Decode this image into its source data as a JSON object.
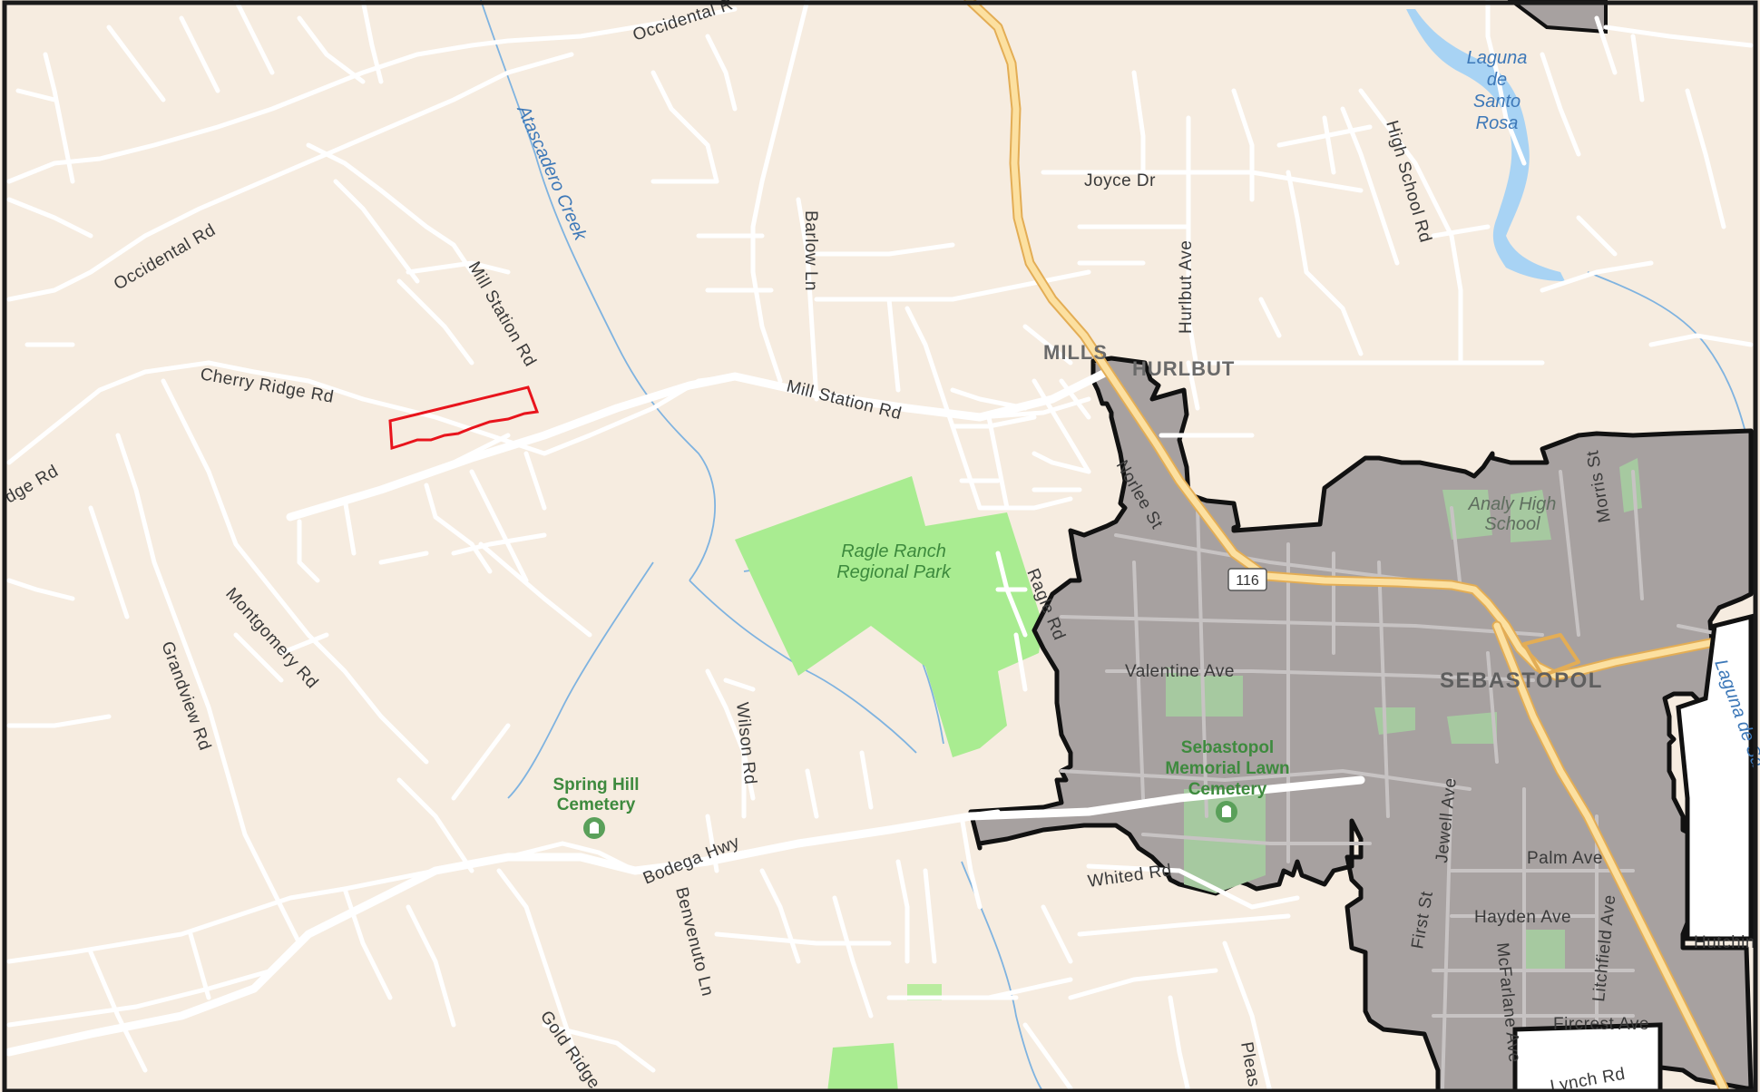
{
  "map": {
    "colors": {
      "land": "#f6ece0",
      "city_fill": "#a7a1a0",
      "city_border": "#111111",
      "park": "#a9ec91",
      "water": "#a8d3f4",
      "highway": "#fce0a0",
      "highway_edge": "#e3ad55",
      "parcel": "#e8141c",
      "frame": "#1a1a1a"
    },
    "labels": {
      "occidental_top": "Occidental R",
      "occidental_rd": "Occidental Rd",
      "atascadero": "Atascadero Creek",
      "barlow": "Barlow Ln",
      "mill_station_n": "Mill Station Rd",
      "mill_station_e": "Mill Station Rd",
      "cherry_ridge": "Cherry Ridge Rd",
      "ridge_rd": "dge Rd",
      "montgomery": "Montgomery Rd",
      "grandview": "Grandview Rd",
      "wilson": "Wilson Rd",
      "benvenuto": "Benvenuto Ln",
      "gold_ridge": "Gold Ridge",
      "bodega_hwy": "Bodega Hwy",
      "joyce": "Joyce Dr",
      "hurlbut_ave": "Hurlbut Ave",
      "high_school_rd": "High School Rd",
      "mills": "MILLS",
      "hurlbut": "HURLBUT",
      "norlee": "Norlee St",
      "ragle_rd": "Ragle Rd",
      "valentine": "Valentine Ave",
      "whited": "Whited Rd",
      "first_st": "First St",
      "jewell": "Jewell Ave",
      "mcfarlane": "McFarlane Ave",
      "litchfield": "Litchfield Ave",
      "palm": "Palm Ave",
      "hayden": "Hayden Ave",
      "fircrest": "Fircrest Ave",
      "lynch": "Lynch Rd",
      "morris": "Morris St",
      "hutchins": "Hutchin",
      "pleasant": "Pleas",
      "laguna_east": "Laguna de Sa",
      "sebastopol": "SEBASTOPOL",
      "route_116": "116"
    },
    "laguna": [
      "Laguna",
      "de",
      "Santo",
      "Rosa"
    ],
    "ragle_park": [
      "Ragle Ranch",
      "Regional Park"
    ],
    "spring_hill": [
      "Spring Hill",
      "Cemetery"
    ],
    "memorial": [
      "Sebastopol",
      "Memorial Lawn",
      "Cemetery"
    ],
    "analy": [
      "Analy High",
      "School"
    ]
  }
}
